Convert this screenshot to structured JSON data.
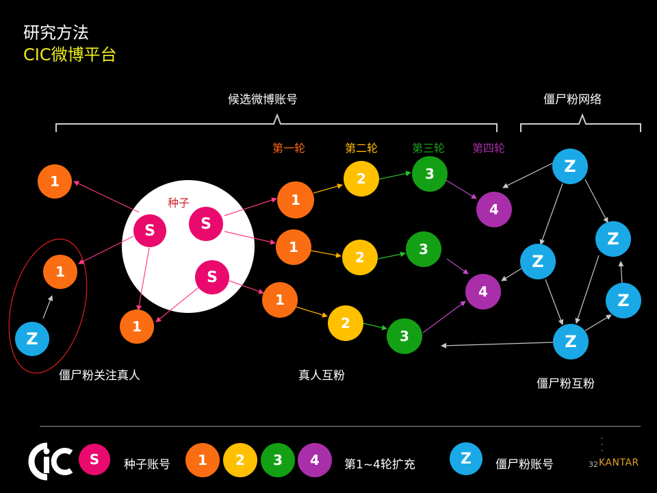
{
  "title": {
    "line1": "研究方法",
    "line2": "CIC微博平台"
  },
  "labels": {
    "candidate_accounts": "候选微博账号",
    "zombie_network": "僵尸粉网络",
    "seed": "种子",
    "zombie_follow_real": "僵尸粉关注真人",
    "real_mutual": "真人互粉",
    "zombie_mutual": "僵尸粉互粉"
  },
  "rounds": [
    {
      "label": "第一轮",
      "color": "#ff6a14"
    },
    {
      "label": "第二轮",
      "color": "#ffc000"
    },
    {
      "label": "第三轮",
      "color": "#1aa31a"
    },
    {
      "label": "第四轮",
      "color": "#a92faa"
    }
  ],
  "colors": {
    "seed": "#ea0a6e",
    "round1": "#fb6d12",
    "round2": "#ffc000",
    "round3": "#14a014",
    "round4": "#a92faa",
    "zombie": "#1aa9e6",
    "title_accent": "#f2ee1a",
    "seed_edge": "#ff3b86",
    "gray_edge": "#bfbfbf",
    "ellipse": "#e0201f"
  },
  "node_text": {
    "seed": "S",
    "round1": "1",
    "round2": "2",
    "round3": "3",
    "round4": "4",
    "zombie": "Z"
  },
  "legend": {
    "seed_symbol": "S",
    "seed_label": "种子账号",
    "r1": "1",
    "r2": "2",
    "r3": "3",
    "r4": "4",
    "rounds_label": "第1~4轮扩充",
    "zombie_symbol": "Z",
    "zombie_label": "僵尸粉账号"
  },
  "footer": {
    "logo_text": "ic",
    "page_number": "32",
    "brand": "KANTAR"
  }
}
